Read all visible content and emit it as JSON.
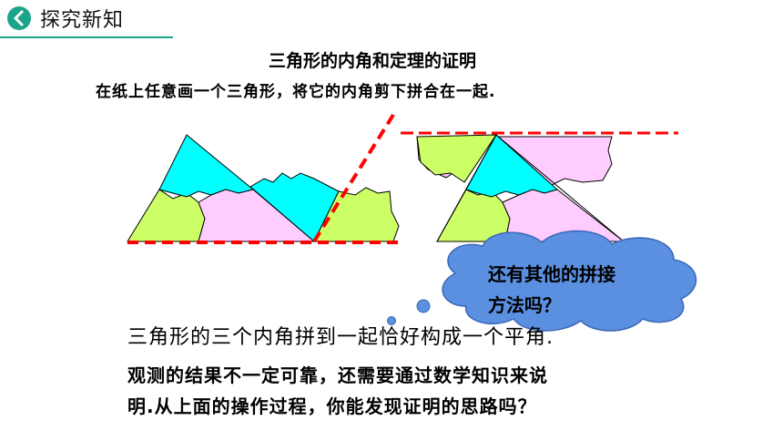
{
  "header": {
    "title": "探究新知",
    "icon": "chevron-left-icon",
    "accent": "#1aa58a"
  },
  "heading": "三角形的内角和定理的证明",
  "subtitle": "在纸上任意画一个三角形，将它的内角剪下拼合在一起.",
  "cloud": {
    "line1": "还有其他的拼接",
    "line2": "方法吗？",
    "fill": "#5b8fe0"
  },
  "text": {
    "line1": "三角形的三个内角拼到一起恰好构成一个平角.",
    "line2": "观测的结果不一定可靠，还需要通过数学知识来说",
    "line3": "明.从上面的操作过程，你能发现证明的思路吗？"
  },
  "colors": {
    "cyan": "#00ffff",
    "green": "#ccff66",
    "pink": "#ffccff",
    "red": "#ff0000"
  }
}
